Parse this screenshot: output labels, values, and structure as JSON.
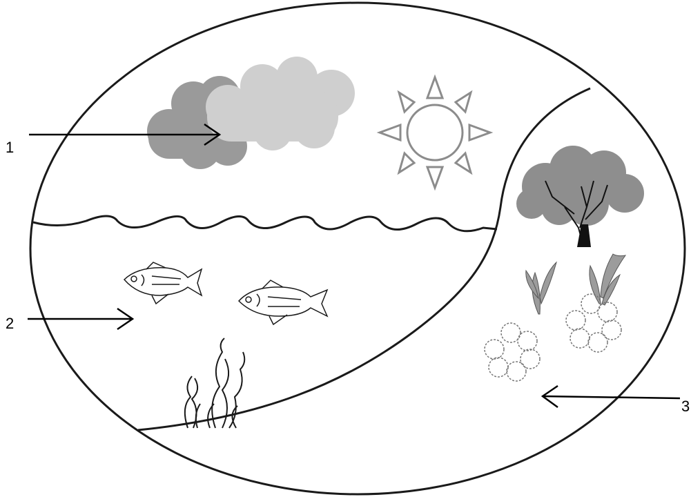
{
  "labels": [
    {
      "id": "1",
      "text": "1"
    },
    {
      "id": "2",
      "text": "2"
    },
    {
      "id": "3",
      "text": "3"
    }
  ],
  "icons": [
    "cloud-icon",
    "sun-icon",
    "fish-icon",
    "seaweed-icon",
    "tree-icon",
    "plant-icon",
    "flower-icon",
    "arrow-icon"
  ],
  "colors": {
    "outline": "#1a1a1a",
    "cloud_dark": "#9a9a9a",
    "cloud_light": "#cfcfcf",
    "sun_stroke": "#8c8c8c",
    "tree_crown": "#8e8e8e",
    "trunk": "#111111",
    "plant": "#9c9c9c"
  }
}
